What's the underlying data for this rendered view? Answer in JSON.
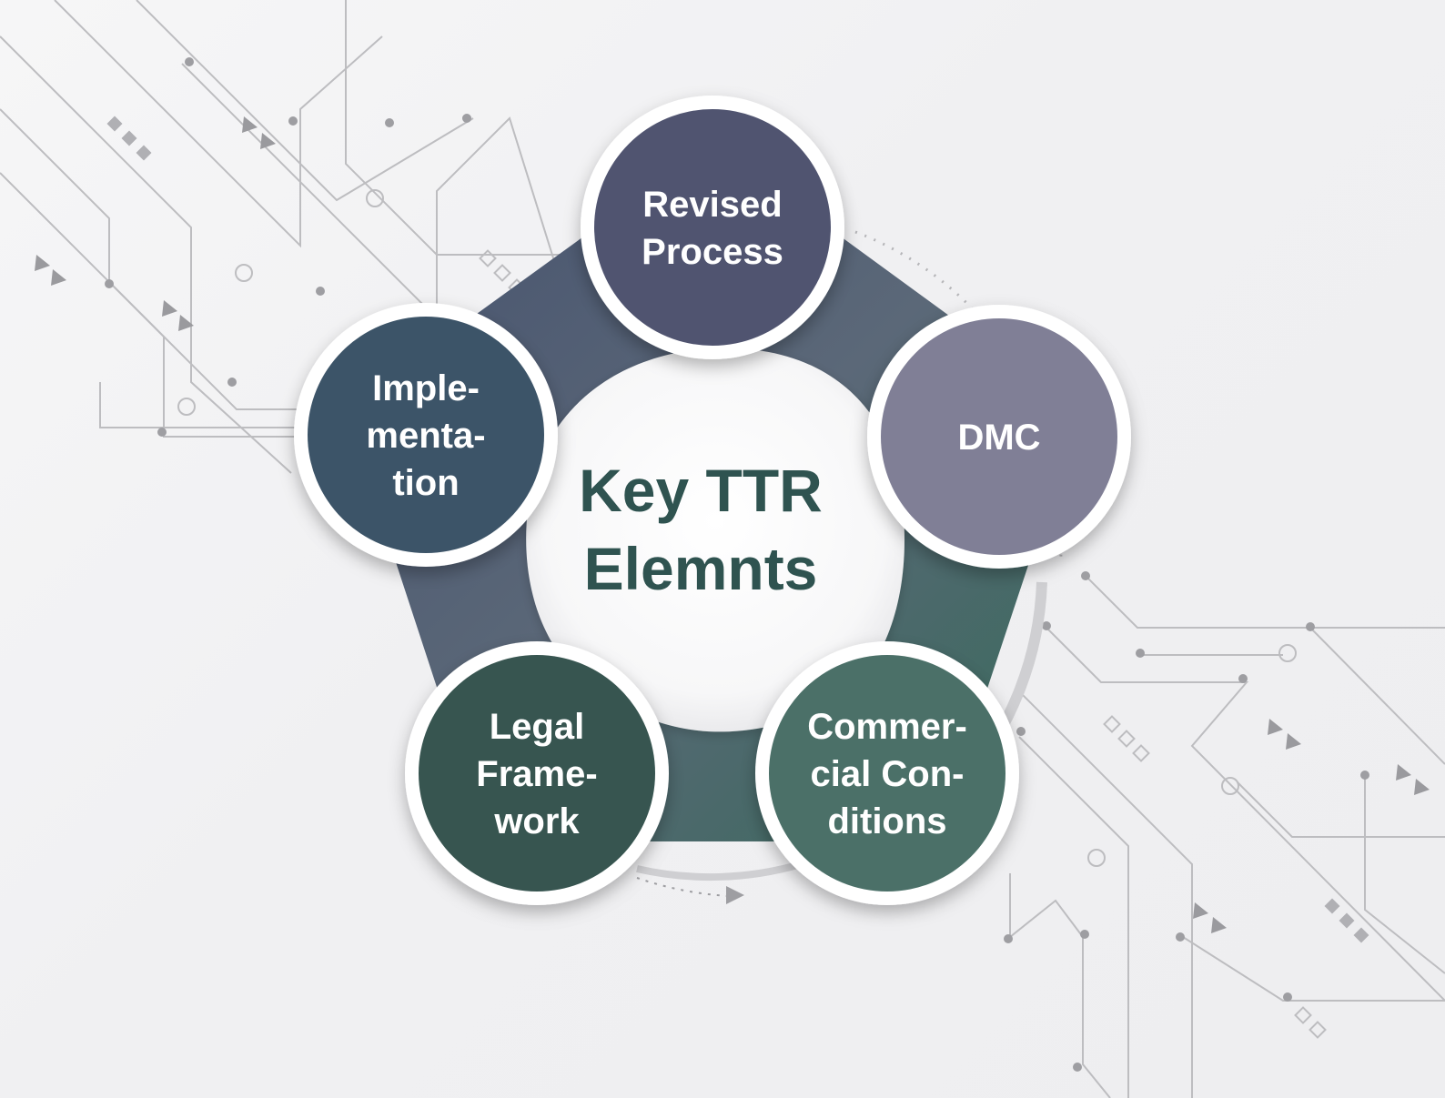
{
  "diagram": {
    "center": {
      "lines": [
        "Key TTR",
        "Elemnts"
      ],
      "color": "#2f5350"
    },
    "nodes": [
      {
        "id": "revised-process",
        "lines": [
          "Revised",
          "Process"
        ],
        "color": "#505470"
      },
      {
        "id": "dmc",
        "lines": [
          "DMC"
        ],
        "color": "#807f96"
      },
      {
        "id": "commercial-conditions",
        "lines": [
          "Commer-",
          "cial Con-",
          "ditions"
        ],
        "color": "#4b7068"
      },
      {
        "id": "legal-framework",
        "lines": [
          "Legal",
          "Frame-",
          "work"
        ],
        "color": "#375550"
      },
      {
        "id": "implementation",
        "lines": [
          "Imple-",
          "menta-",
          "tion"
        ],
        "color": "#3c5468"
      }
    ]
  }
}
